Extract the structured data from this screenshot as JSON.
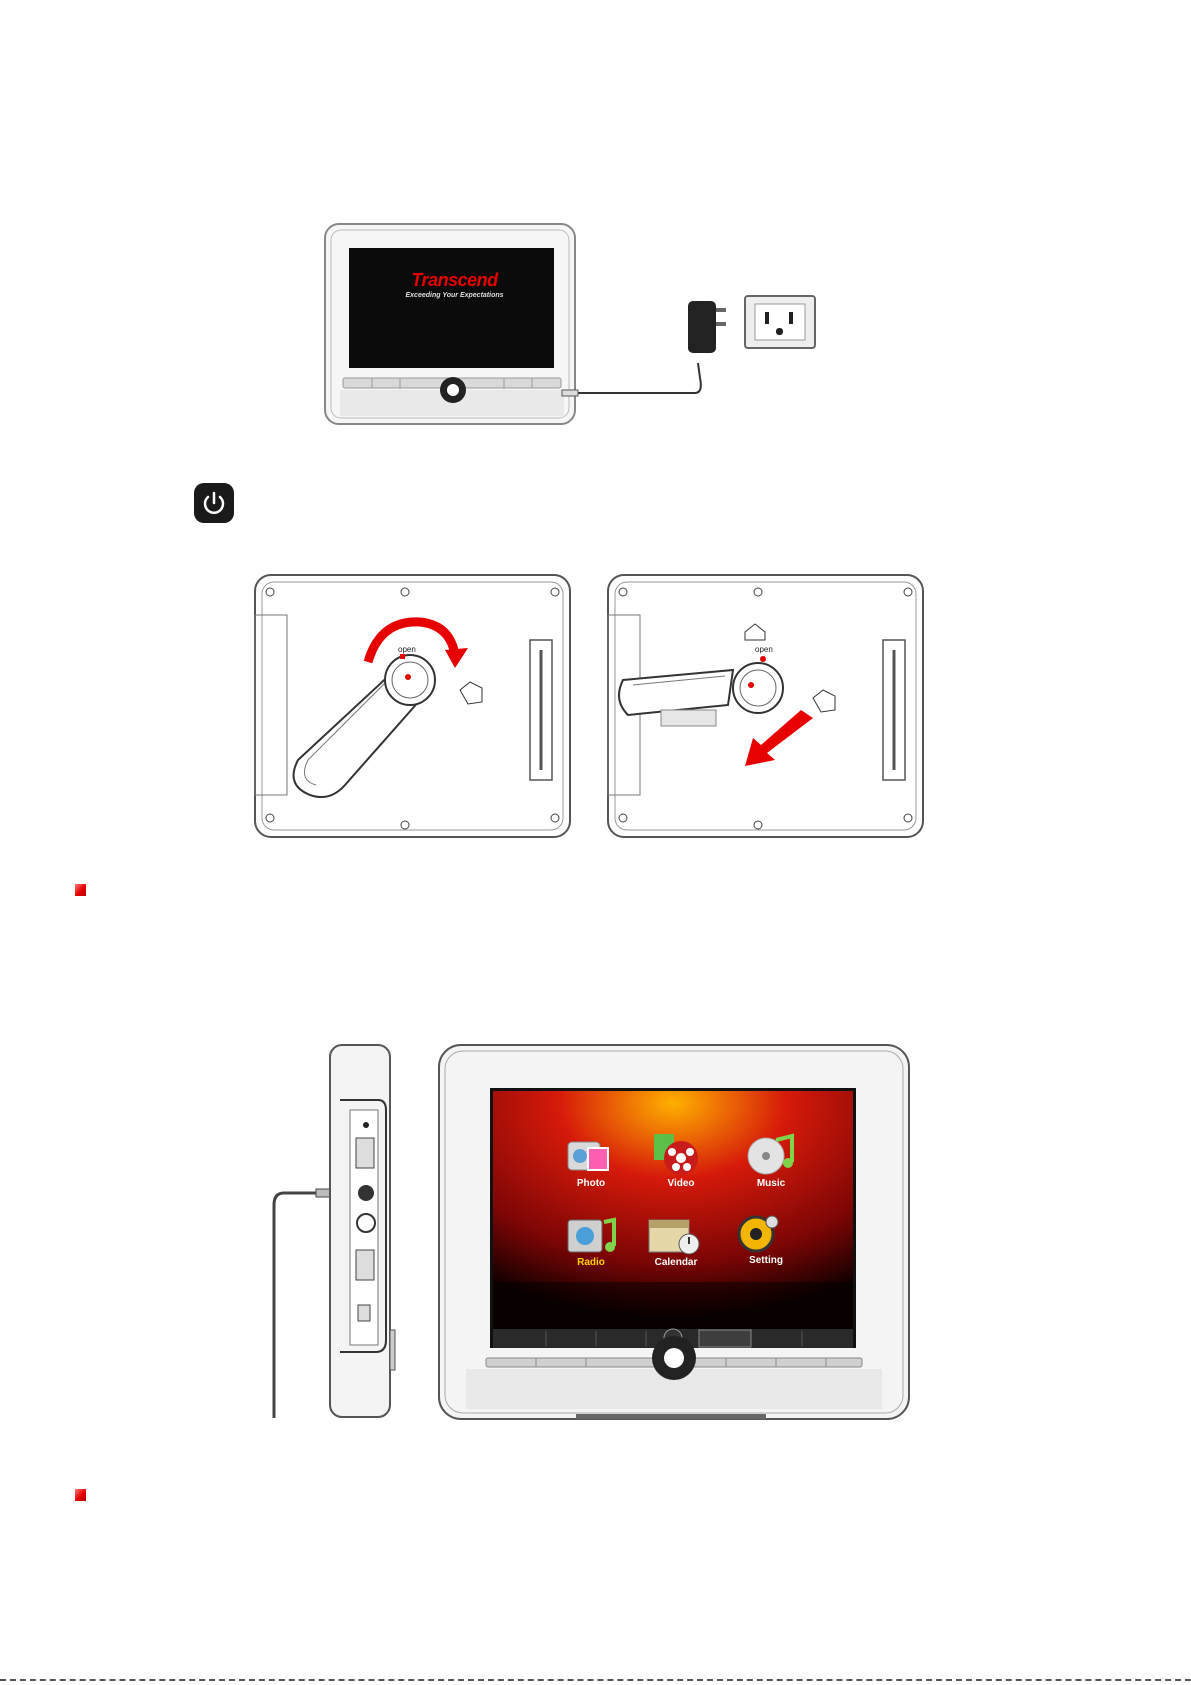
{
  "frame_front": {
    "brand_name": "Transcend",
    "brand_slogan": "Exceeding Your Expectations"
  },
  "menu": {
    "items": [
      {
        "label": "Photo"
      },
      {
        "label": "Video"
      },
      {
        "label": "Music"
      },
      {
        "label": "Radio"
      },
      {
        "label": "Calendar"
      },
      {
        "label": "Setting"
      }
    ]
  },
  "stand": {
    "open_label": "open"
  },
  "colors": {
    "accent_red": "#e60000",
    "screen_dark": "#0b0b0b",
    "frame_white": "#f4f4f4"
  }
}
